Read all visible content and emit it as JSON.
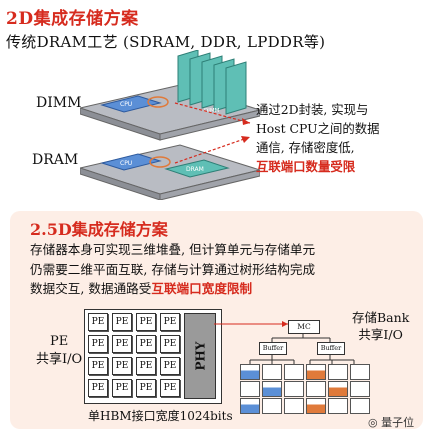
{
  "section_2d": {
    "title": "2D集成存储方案",
    "subtitle": "传统DRAM工艺 (SDRAM, DDR, LPDDR等)",
    "labels": {
      "dimm": "DIMM",
      "dram": "DRAM",
      "cpu_top": "CPU",
      "dimm_module": "DIMM",
      "cpu_bottom": "CPU",
      "dram_chip": "DRAM"
    },
    "description_lines": [
      "通过2D封装, 实现与",
      "Host CPU之间的数据",
      "通信, 存储密度低,"
    ],
    "description_highlight": "互联端口数量受限"
  },
  "section_25d": {
    "title": "2.5D集成存储方案",
    "description_line1": "存储器本身可实现三维堆叠, 但计算单元与存储单元",
    "description_line2": "仍需要二维平面互联, 存储与计算通过树形结构完成",
    "description_line3_prefix": "数据交互, 数据通路受",
    "description_highlight": "互联端口宽度限制",
    "pe_label_line1": "PE",
    "pe_label_line2": "共享I/O",
    "bank_label_line1": "存储Bank",
    "bank_label_line2": "共享I/O",
    "pe_cell_label": "PE",
    "phy_label": "PHY",
    "mc_label": "MC",
    "buffer_label": "Buffer",
    "hbm_caption": "单HBM接口宽度1024bits"
  },
  "colors": {
    "accent_red": "#d62b1e",
    "chip_blue": "#5b8fd6",
    "memory_teal": "#5fbfb5",
    "highlight_orange": "#e07a3a",
    "panel_peach": "#fdeee6"
  },
  "watermark": "量子位"
}
